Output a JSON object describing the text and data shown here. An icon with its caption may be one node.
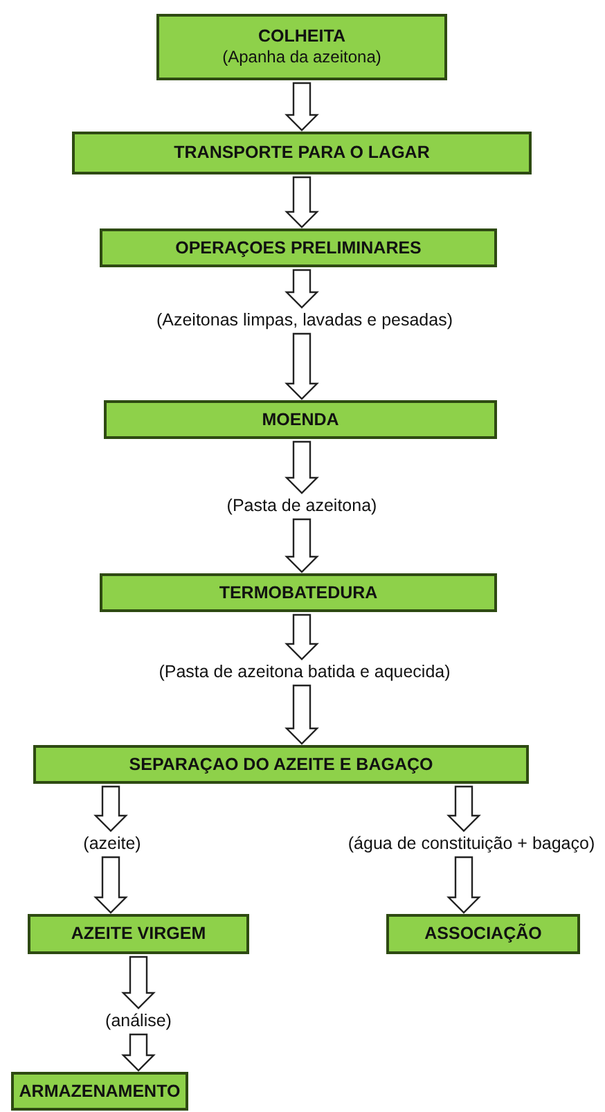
{
  "diagram": {
    "nodes": [
      {
        "text": [
          "COLHEITA",
          "(Apanha da azeitona)"
        ]
      },
      {
        "text": [
          "TRANSPORTE PARA O LAGAR"
        ]
      },
      {
        "text": [
          "OPERAÇOES PRELIMINARES"
        ]
      },
      {
        "text": [
          "(Azeitonas limpas, lavadas e pesadas)"
        ]
      },
      {
        "text": [
          "MOENDA"
        ]
      },
      {
        "text": [
          "(Pasta de azeitona)"
        ]
      },
      {
        "text": [
          "TERMOBATEDURA"
        ]
      },
      {
        "text": [
          "(Pasta de azeitona batida e aquecida)"
        ]
      },
      {
        "text": [
          "SEPARAÇAO DO AZEITE E BAGAÇO"
        ]
      },
      {
        "text": [
          "(azeite)"
        ]
      },
      {
        "text": [
          "(água de constituição + bagaço)"
        ]
      },
      {
        "text": [
          "AZEITE VIRGEM"
        ]
      },
      {
        "text": [
          "ASSOCIAÇÃO"
        ]
      },
      {
        "text": [
          "(análise)"
        ]
      },
      {
        "text": [
          "ARMAZENAMENTO"
        ]
      }
    ],
    "edges": [
      {
        "from": 0,
        "to": 1,
        "arrow": "to"
      },
      {
        "from": 1,
        "to": 2,
        "arrow": "to"
      },
      {
        "from": 2,
        "to": 3,
        "arrow": "to"
      },
      {
        "from": 3,
        "to": 4,
        "arrow": "to"
      },
      {
        "from": 4,
        "to": 5,
        "arrow": "to"
      },
      {
        "from": 5,
        "to": 6,
        "arrow": "to"
      },
      {
        "from": 6,
        "to": 7,
        "arrow": "to"
      },
      {
        "from": 7,
        "to": 8,
        "arrow": "to"
      },
      {
        "from": 8,
        "to": 9,
        "arrow": "to"
      },
      {
        "from": 8,
        "to": 10,
        "arrow": "to"
      },
      {
        "from": 9,
        "to": 11,
        "arrow": "to"
      },
      {
        "from": 10,
        "to": 12,
        "arrow": "to"
      },
      {
        "from": 11,
        "to": 13,
        "arrow": "to"
      },
      {
        "from": 13,
        "to": 14,
        "arrow": "to"
      }
    ]
  }
}
